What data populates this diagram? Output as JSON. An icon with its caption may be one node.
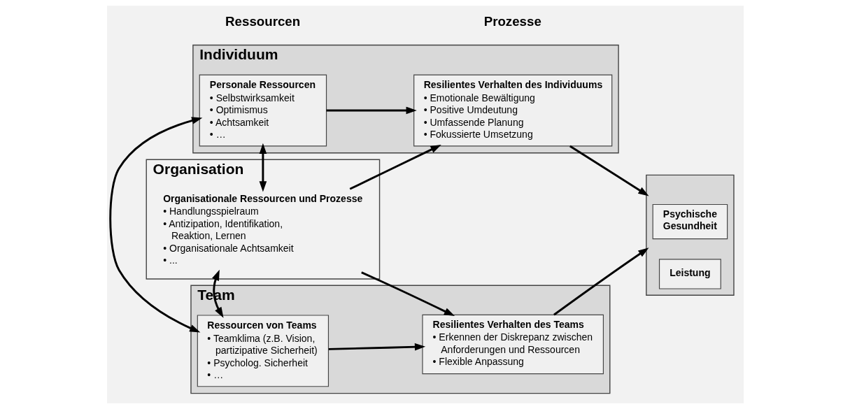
{
  "diagram": {
    "nodes": [
      {
        "text": [
          "Individuum"
        ]
      },
      {
        "text": [
          "Personale Ressourcen",
          "• Selbstwirksamkeit",
          "• Optimismus",
          "• Achtsamkeit",
          "• …"
        ],
        "in": 0
      },
      {
        "text": [
          "Resilientes Verhalten des Individuums",
          "• Emotionale Bewältigung",
          "• Positive Umdeutung",
          "• Umfassende Planung",
          "• Fokussierte Umsetzung"
        ],
        "in": 0
      },
      {
        "text": [
          "Team"
        ]
      },
      {
        "text": [
          "Ressourcen von Teams",
          "• Teamklima (z.B. Vision, partizipative Sicherheit)",
          "• Psycholog. Sicherheit",
          "• …"
        ],
        "in": 3
      },
      {
        "text": [
          "Resilientes Verhalten des Teams",
          "• Erkennen der Diskrepanz zwischen Anforderungen und Ressourcen",
          "• Flexible Anpassung"
        ],
        "in": 3
      },
      {
        "text": [
          "Organisation"
        ]
      },
      {
        "text": [
          "Organisationale Ressourcen und Prozesse",
          "• Handlungsspielraum",
          "• Antizipation, Identifikation, Reaktion, Lernen",
          "• Organisationale Achtsamkeit",
          "• ..."
        ],
        "in": 6
      },
      {
        "text": [],
        "shape": "box"
      },
      {
        "text": [
          "Psychische Gesundheit"
        ],
        "in": 8
      },
      {
        "text": [
          "Leistung"
        ],
        "in": 8
      }
    ],
    "edges": [
      {
        "from": 1,
        "to": 2,
        "arrow": "to"
      },
      {
        "from": 4,
        "to": 5,
        "arrow": "to"
      },
      {
        "from": 1,
        "to": 4,
        "arrow": "both"
      },
      {
        "from": 4,
        "to": 7,
        "arrow": "both"
      },
      {
        "from": 1,
        "to": 7,
        "arrow": "both"
      },
      {
        "from": 7,
        "to": 5,
        "arrow": "to"
      },
      {
        "from": 7,
        "to": 2,
        "arrow": "to"
      },
      {
        "from": 2,
        "to": 8,
        "arrow": "to"
      },
      {
        "from": 5,
        "to": 8,
        "arrow": "to"
      }
    ],
    "labels": [
      "Ressourcen",
      "Prozesse"
    ]
  }
}
